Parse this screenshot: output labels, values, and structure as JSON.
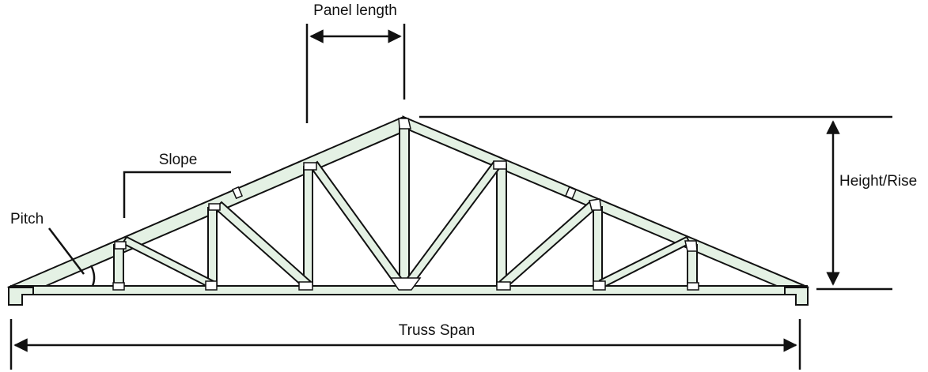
{
  "labels": {
    "panel_length": "Panel length",
    "slope": "Slope",
    "pitch": "Pitch",
    "height_rise": "Height/Rise",
    "truss_span": "Truss Span"
  },
  "colors": {
    "member_fill": "#e4f1e4",
    "line": "#111111",
    "background": "#ffffff"
  }
}
